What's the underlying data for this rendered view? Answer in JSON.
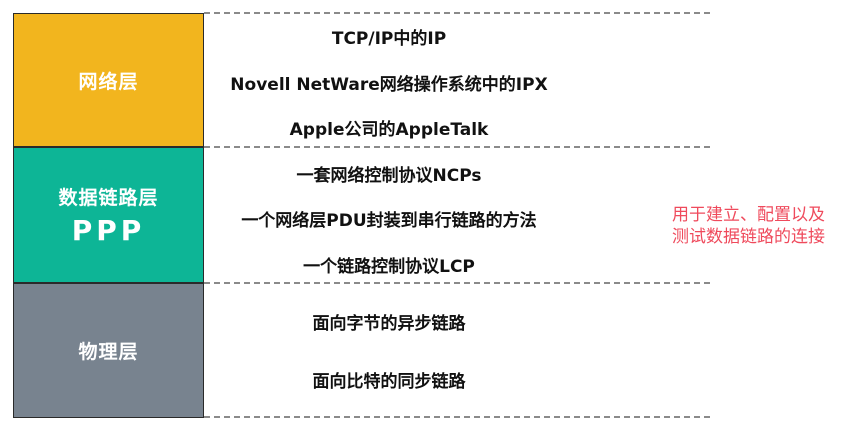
{
  "layers": [
    {
      "name": "网络层",
      "sub": "",
      "items": [
        "TCP/IP中的IP",
        "Novell NetWare网络操作系统中的IPX",
        "Apple公司的AppleTalk"
      ]
    },
    {
      "name": "数据链路层",
      "sub": "PPP",
      "items": [
        "一套网络控制协议NCPs",
        "一个网络层PDU封装到串行链路的方法",
        "一个链路控制协议LCP"
      ]
    },
    {
      "name": "物理层",
      "sub": "",
      "items": [
        "面向字节的异步链路",
        "面向比特的同步链路"
      ]
    }
  ],
  "note": {
    "line1": "用于建立、配置以及",
    "line2": "测试数据链路的连接"
  },
  "colors": {
    "network": "#f2b51e",
    "datalink": "#0db596",
    "physical": "#78838f",
    "note": "#ef4a5c"
  }
}
